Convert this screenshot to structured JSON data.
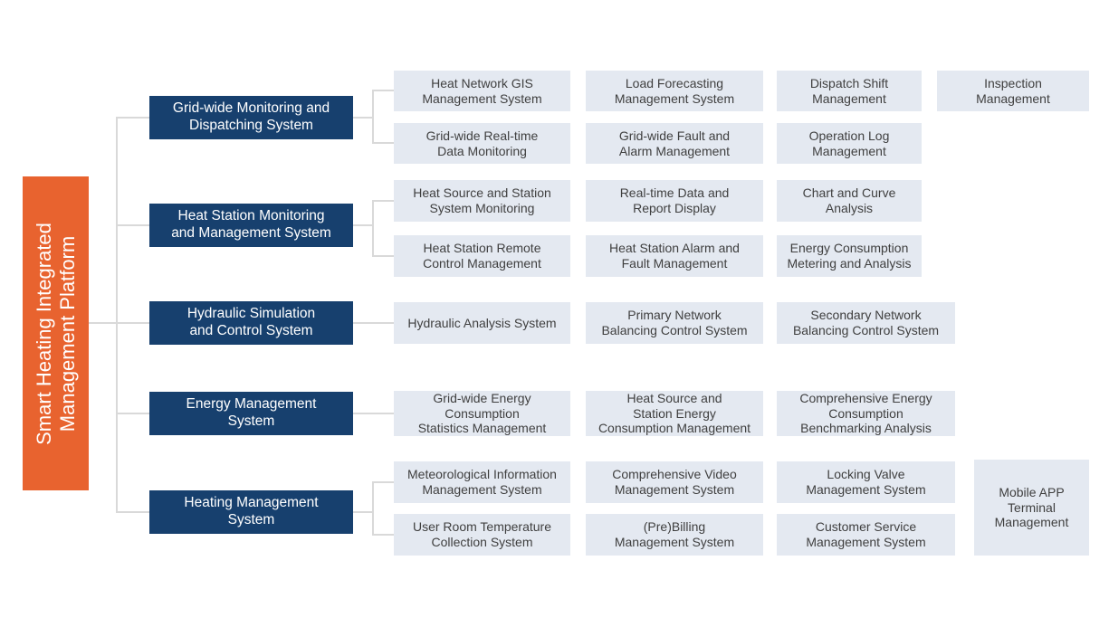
{
  "platform": {
    "title": "Smart Heating Integrated Management Platform",
    "title_lines": [
      "Smart Heating Integrated",
      "Management Platform"
    ]
  },
  "colors": {
    "root_orange": "#E8632F",
    "branch_navy": "#17406E",
    "leaf_gray": "#E4E9F1",
    "connector_gray": "#D9D9D9",
    "leaf_text": "#3F3F3F",
    "background": "#FFFFFF"
  },
  "groups": [
    {
      "label": "Grid-wide Monitoring and\nDispatching System",
      "children": [
        "Heat Network GIS\nManagement System",
        "Load Forecasting\nManagement System",
        "Dispatch Shift\nManagement",
        "Inspection\nManagement",
        "Grid-wide Real-time\nData Monitoring",
        "Grid-wide Fault and\nAlarm Management",
        "Operation Log\nManagement"
      ]
    },
    {
      "label": "Heat Station Monitoring\nand Management System",
      "children": [
        "Heat Source and Station\nSystem Monitoring",
        "Real-time Data and\nReport Display",
        "Chart and Curve\nAnalysis",
        "Heat Station Remote\nControl Management",
        "Heat Station Alarm and\nFault Management",
        "Energy Consumption\nMetering and Analysis"
      ]
    },
    {
      "label": "Hydraulic Simulation\nand Control System",
      "children": [
        "Hydraulic Analysis System",
        "Primary Network\nBalancing Control System",
        "Secondary Network\nBalancing Control System"
      ]
    },
    {
      "label": "Energy Management\nSystem",
      "children": [
        "Grid-wide Energy\nConsumption\nStatistics Management",
        "Heat Source and\nStation Energy\nConsumption Management",
        "Comprehensive Energy\nConsumption\nBenchmarking Analysis"
      ]
    },
    {
      "label": "Heating Management\nSystem",
      "children": [
        "Meteorological Information\nManagement System",
        "Comprehensive Video\nManagement System",
        "Locking Valve\nManagement System",
        "User Room Temperature\nCollection System",
        "(Pre)Billing\nManagement System",
        "Customer Service\nManagement System",
        "Mobile APP\nTerminal\nManagement"
      ]
    }
  ]
}
